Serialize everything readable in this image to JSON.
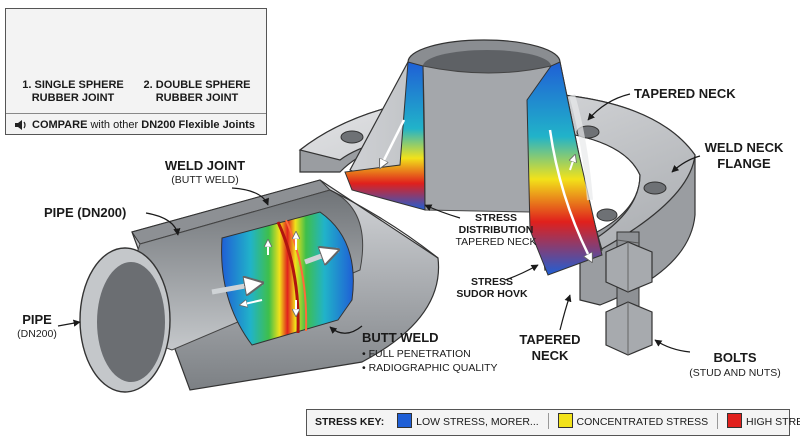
{
  "inset": {
    "option1": {
      "number": "1.",
      "line1": "SINGLE SPHERE",
      "line2": "RUBBER JOINT"
    },
    "option2": {
      "number": "2.",
      "line1": "DOUBLE SPHERE",
      "line2": "RUBBER JOINT"
    },
    "compare_bold": "COMPARE",
    "compare_mid": "with other",
    "compare_bold2": "DN200 Flexible Joints"
  },
  "callouts": {
    "weld_joint": "WELD JOINT",
    "weld_joint_sub": "(BUTT WELD)",
    "pipe_top": "PIPE (DN200)",
    "pipe_left": "PIPE",
    "pipe_left_sub": "(DN200)",
    "butt_weld": "BUTT WELD",
    "butt_weld_bullets": [
      "FULL PENETRATION",
      "RADIOGRAPHIC QUALITY"
    ],
    "tapered_neck_top": "TAPERED NECK",
    "weld_neck_flange_1": "WELD NECK",
    "weld_neck_flange_2": "FLANGE",
    "stress_dist_1": "STRESS",
    "stress_dist_2": "DISTRIBUTION",
    "stress_dist_3": "TAPERED NECK",
    "stress_sudor_1": "STRESS",
    "stress_sudor_2": "SUDOR HOVK",
    "tapered_neck_bottom_1": "TAPERED",
    "tapered_neck_bottom_2": "NECK",
    "bolts": "BOLTS",
    "bolts_sub": "(STUD AND NUTS)"
  },
  "stress_key": {
    "title": "STRESS KEY:",
    "items": [
      {
        "label": "LOW STRESS, MORER...",
        "color": "#1f5fd6"
      },
      {
        "label": "CONCENTRATED STRESS",
        "color": "#f2e21a"
      },
      {
        "label": "HIGH STRESS",
        "color": "#e0201c"
      }
    ]
  },
  "colors": {
    "steel": "#b9bcc0",
    "steel_dark": "#7f8387",
    "low": "#1f5fd6",
    "mid": "#f2e21a",
    "high": "#e0201c",
    "rubber": "#2a2a2a"
  }
}
